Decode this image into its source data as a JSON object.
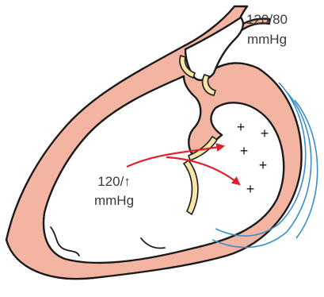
{
  "labels": {
    "aorta_pressure_line1": "120/80",
    "aorta_pressure_line2": "mmHg",
    "ventricle_pressure_line1": "120/↑",
    "ventricle_pressure_line2": "mmHg"
  },
  "plus_marks": [
    "+",
    "+",
    "+",
    "+",
    "+"
  ],
  "colors": {
    "tissue": "#f4b4a2",
    "outline": "#1a1a1a",
    "valve": "#f7e6a8",
    "regurgitant_flow": "#e0212d",
    "vibration_waves": "#3a8ec9"
  }
}
